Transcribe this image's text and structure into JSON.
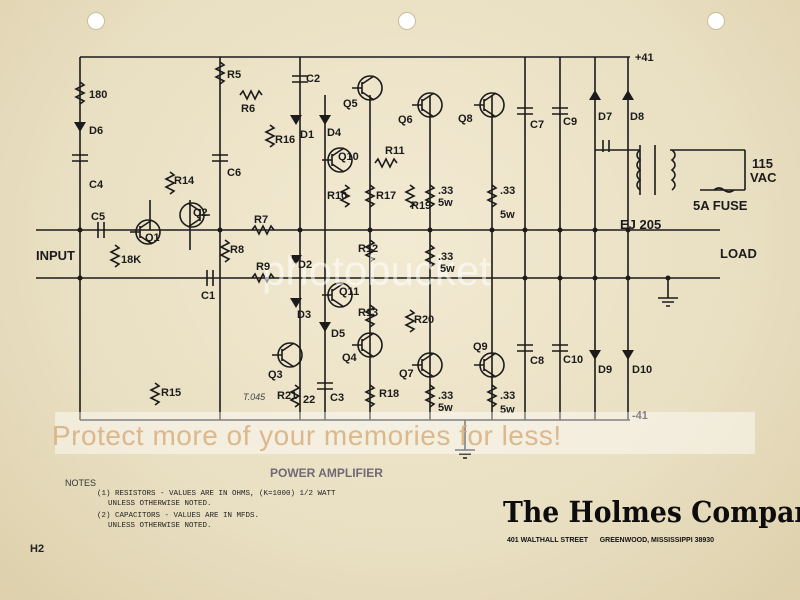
{
  "diagram": {
    "title": "POWER AMPLIFIER",
    "page_number": "H2",
    "terminals": {
      "input": "INPUT",
      "load": "LOAD",
      "pos_rail": "+41",
      "neg_rail": "-41",
      "mains": "115\nVAC"
    },
    "mains_voltage": "115",
    "mains_unit": "VAC",
    "fuse": "5A FUSE",
    "transformer": "EJ 205",
    "resistors": {
      "r_d6": "180",
      "r5": "R5",
      "r6": "R6",
      "r16": "R16",
      "r14": "R14",
      "r7": "R7",
      "r9": "R9",
      "r8": "R8",
      "r1": "18K",
      "r10": "R10",
      "r11": "R11",
      "r17": "R17",
      "r19": "R19",
      "r12": "R12",
      "r13": "R13",
      "r20": "R20",
      "r15": "R15",
      "r21": "R21",
      "r22": "22",
      "r18": "R18",
      "e1": ".33",
      "e2": ".33",
      "e3": ".33",
      "e4": ".33",
      "e5": ".33",
      "e1w": "5w",
      "e2w": "5w",
      "e3w": "5w",
      "e4w": "5w",
      "e5w": "5w"
    },
    "capacitors": {
      "c1": "C1",
      "c2": "C2",
      "c3": "C3",
      "c4": "C4",
      "c5": "C5",
      "c6": "C6",
      "c7": "C7",
      "c8": "C8",
      "c9": "C9",
      "c10": "C10"
    },
    "diodes": {
      "d1": "D1",
      "d2": "D2",
      "d3": "D3",
      "d4": "D4",
      "d5": "D5",
      "d6": "D6",
      "d7": "D7",
      "d8": "D8",
      "d9": "D9",
      "d10": "D10"
    },
    "transistors": {
      "q1": "Q1",
      "q2": "Q2",
      "q3": "Q3",
      "q4": "Q4",
      "q5": "Q5",
      "q6": "Q6",
      "q7": "Q7",
      "q8": "Q8",
      "q9": "Q9",
      "q10": "Q10",
      "q11": "Q11"
    },
    "handwritten": "T.045"
  },
  "notes": {
    "heading": "NOTES",
    "items": [
      "(1) RESISTORS - VALUES ARE IN OHMS, (K=1000) 1/2 WATT",
      "UNLESS OTHERWISE NOTED.",
      "(2) CAPACITORS - VALUES ARE IN MFDS.",
      "UNLESS OTHERWISE NOTED."
    ]
  },
  "company": {
    "name": "The Holmes Company",
    "street": "401 WALTHALL STREET",
    "city": "GREENWOOD, MISSISSIPPI 38930"
  },
  "watermark": {
    "brand": "photobucket",
    "tagline": "Protect more of your memories for less!"
  },
  "colors": {
    "paper": "#ece3c6",
    "ink": "#1b1b1b",
    "watermark": "#d6aa78"
  }
}
